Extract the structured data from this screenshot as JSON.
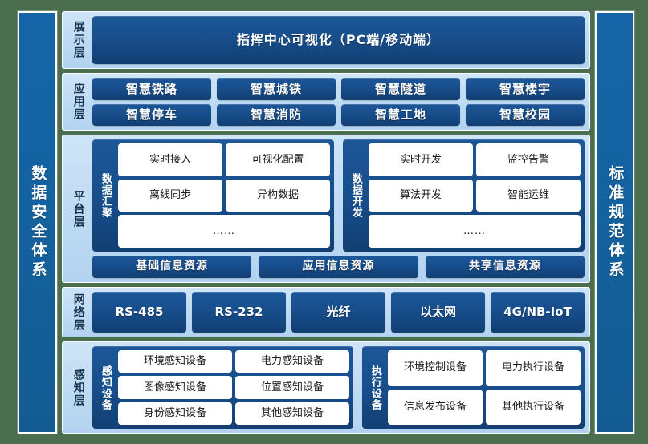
{
  "background_color": "#4a6e4e",
  "accent_colors": {
    "pillar_blue": "#1565a8",
    "chip_blue": "#1d5799",
    "layer_bg": "#cfe4f7",
    "card_white": "#ffffff"
  },
  "left_pillar": {
    "label": "数据安全体系"
  },
  "right_pillar": {
    "label": "标准规范体系"
  },
  "layers": [
    {
      "key": "display",
      "label": "展示层",
      "banner": "指挥中心可视化（PC端/移动端）"
    },
    {
      "key": "application",
      "label": "应用层",
      "items": [
        "智慧铁路",
        "智慧城铁",
        "智慧隧道",
        "智慧楼宇",
        "智慧停车",
        "智慧消防",
        "智慧工地",
        "智慧校园"
      ]
    },
    {
      "key": "platform",
      "label": "平台层",
      "groups": [
        {
          "label": "数据汇聚",
          "cards": [
            "实时接入",
            "可视化配置",
            "离线同步",
            "异构数据"
          ],
          "more": "……"
        },
        {
          "label": "数据开发",
          "cards": [
            "实时开发",
            "监控告警",
            "算法开发",
            "智能运维"
          ],
          "more": "……"
        }
      ],
      "resources": [
        "基础信息资源",
        "应用信息资源",
        "共享信息资源"
      ]
    },
    {
      "key": "network",
      "label": "网络层",
      "items": [
        "RS-485",
        "RS-232",
        "光纤",
        "以太网",
        "4G/NB-IoT"
      ]
    },
    {
      "key": "perception",
      "label": "感知层",
      "groups": [
        {
          "label": "感知设备",
          "cards": [
            "环境感知设备",
            "电力感知设备",
            "图像感知设备",
            "位置感知设备",
            "身份感知设备",
            "其他感知设备"
          ]
        },
        {
          "label": "执行设备",
          "cards": [
            "环境控制设备",
            "电力执行设备",
            "信息发布设备",
            "其他执行设备"
          ]
        }
      ]
    }
  ]
}
